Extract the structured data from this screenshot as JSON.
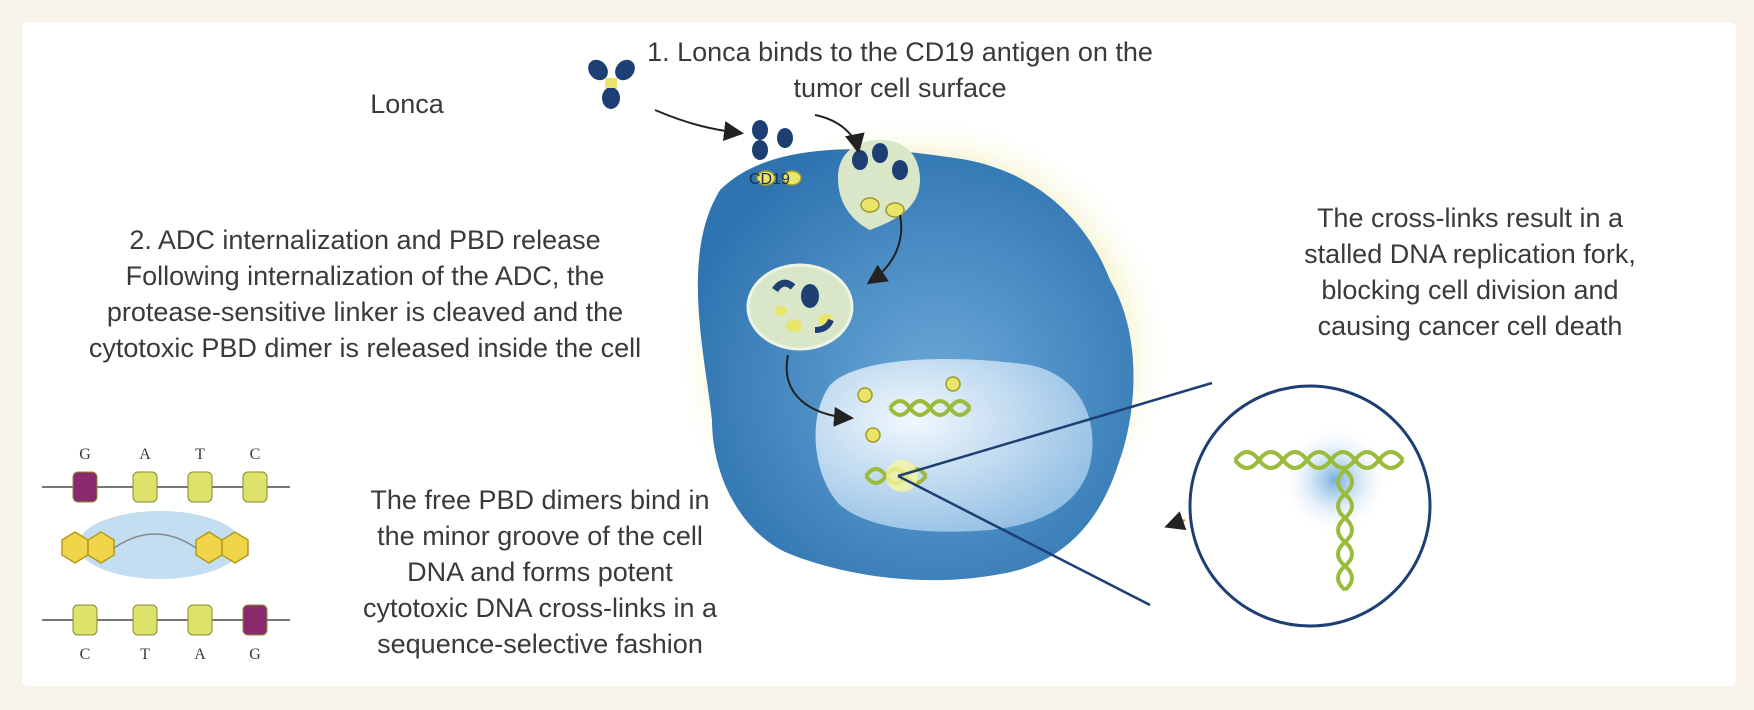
{
  "texts": {
    "step1": [
      "1. Lonca binds to the CD19 antigen on the",
      "tumor cell surface"
    ],
    "lonca": "Lonca",
    "step2": [
      "2. ADC internalization and PBD release",
      "Following internalization of the ADC, the",
      "protease-sensitive linker is cleaved and the",
      "cytotoxic PBD dimer is released inside the cell"
    ],
    "crosslinks": [
      "The cross-links result in a",
      "stalled DNA replication fork,",
      "blocking cell division and",
      "causing cancer cell death"
    ],
    "pbd_bind": [
      "The free PBD dimers bind in",
      "the minor groove of the cell",
      "DNA and forms potent",
      "cytotoxic DNA cross-links in a",
      "sequence-selective fashion"
    ],
    "cd19": "CD19"
  },
  "dna_inset": {
    "top_bases": [
      "G",
      "A",
      "T",
      "C"
    ],
    "bottom_bases": [
      "C",
      "T",
      "A",
      "G"
    ],
    "highlight_top": 0,
    "highlight_bottom": 3
  },
  "colors": {
    "cell": "#3f86c2",
    "nucleus": "#cfe2f1",
    "antibody": "#1e3f73",
    "payload": "#e9e56a",
    "dna": "#9bbb3a",
    "highlight_base": "#8a2a6e",
    "normal_base": "#dde36a",
    "text": "#3a3a3a"
  }
}
